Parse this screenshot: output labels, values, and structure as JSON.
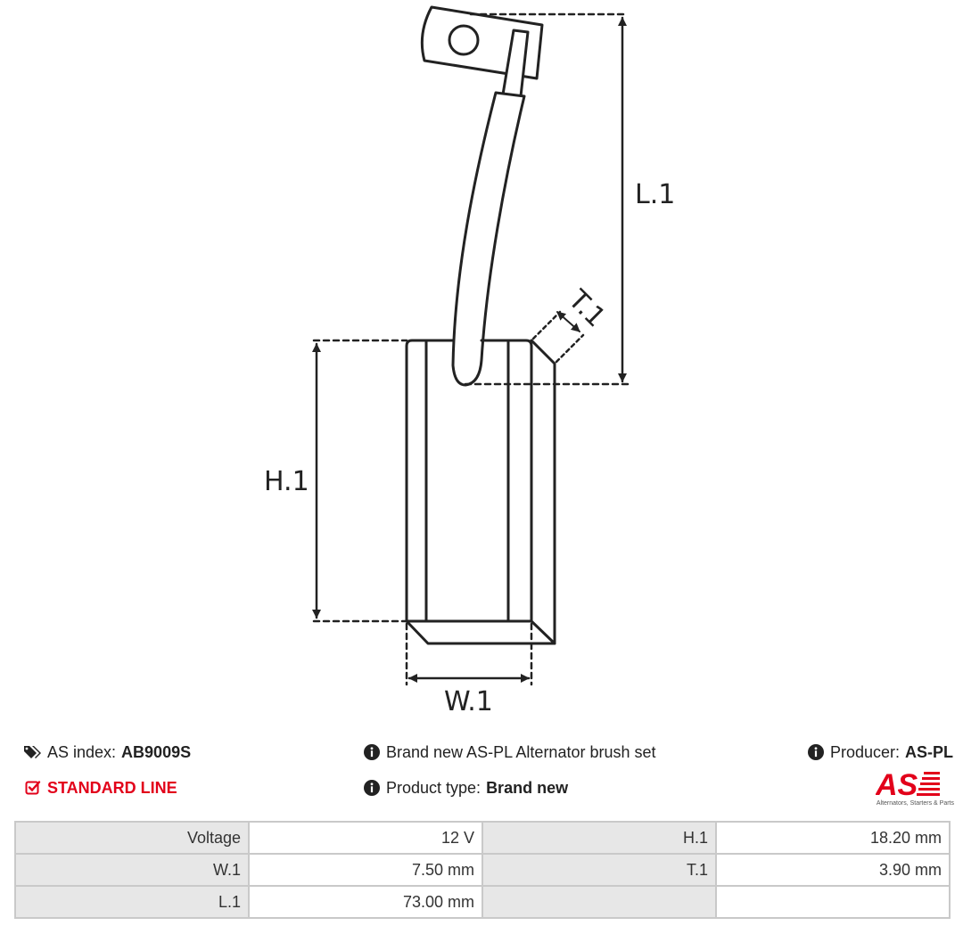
{
  "diagram": {
    "labels": {
      "l1": "L.1",
      "h1": "H.1",
      "w1": "W.1",
      "t1": "T.1"
    }
  },
  "info": {
    "as_index_label": "AS index:",
    "as_index_value": "AB9009S",
    "line_label": "STANDARD LINE",
    "description": "Brand new AS-PL Alternator brush set",
    "product_type_label": "Product type:",
    "product_type_value": "Brand new",
    "producer_label": "Producer:",
    "producer_value": "AS-PL",
    "logo_text": "AS",
    "logo_tagline": "Alternators, Starters & Parts"
  },
  "colors": {
    "accent": "#e2001a",
    "table_key_bg": "#e7e7e7",
    "table_border": "#c9c9c9"
  },
  "icons": {
    "tags": "tags-icon",
    "info": "info-circle-icon",
    "check": "check-square-icon"
  },
  "specs": [
    {
      "k1": "Voltage",
      "v1": "12 V",
      "k2": "H.1",
      "v2": "18.20 mm"
    },
    {
      "k1": "W.1",
      "v1": "7.50 mm",
      "k2": "T.1",
      "v2": "3.90 mm"
    },
    {
      "k1": "L.1",
      "v1": "73.00 mm",
      "k2": "",
      "v2": ""
    }
  ]
}
